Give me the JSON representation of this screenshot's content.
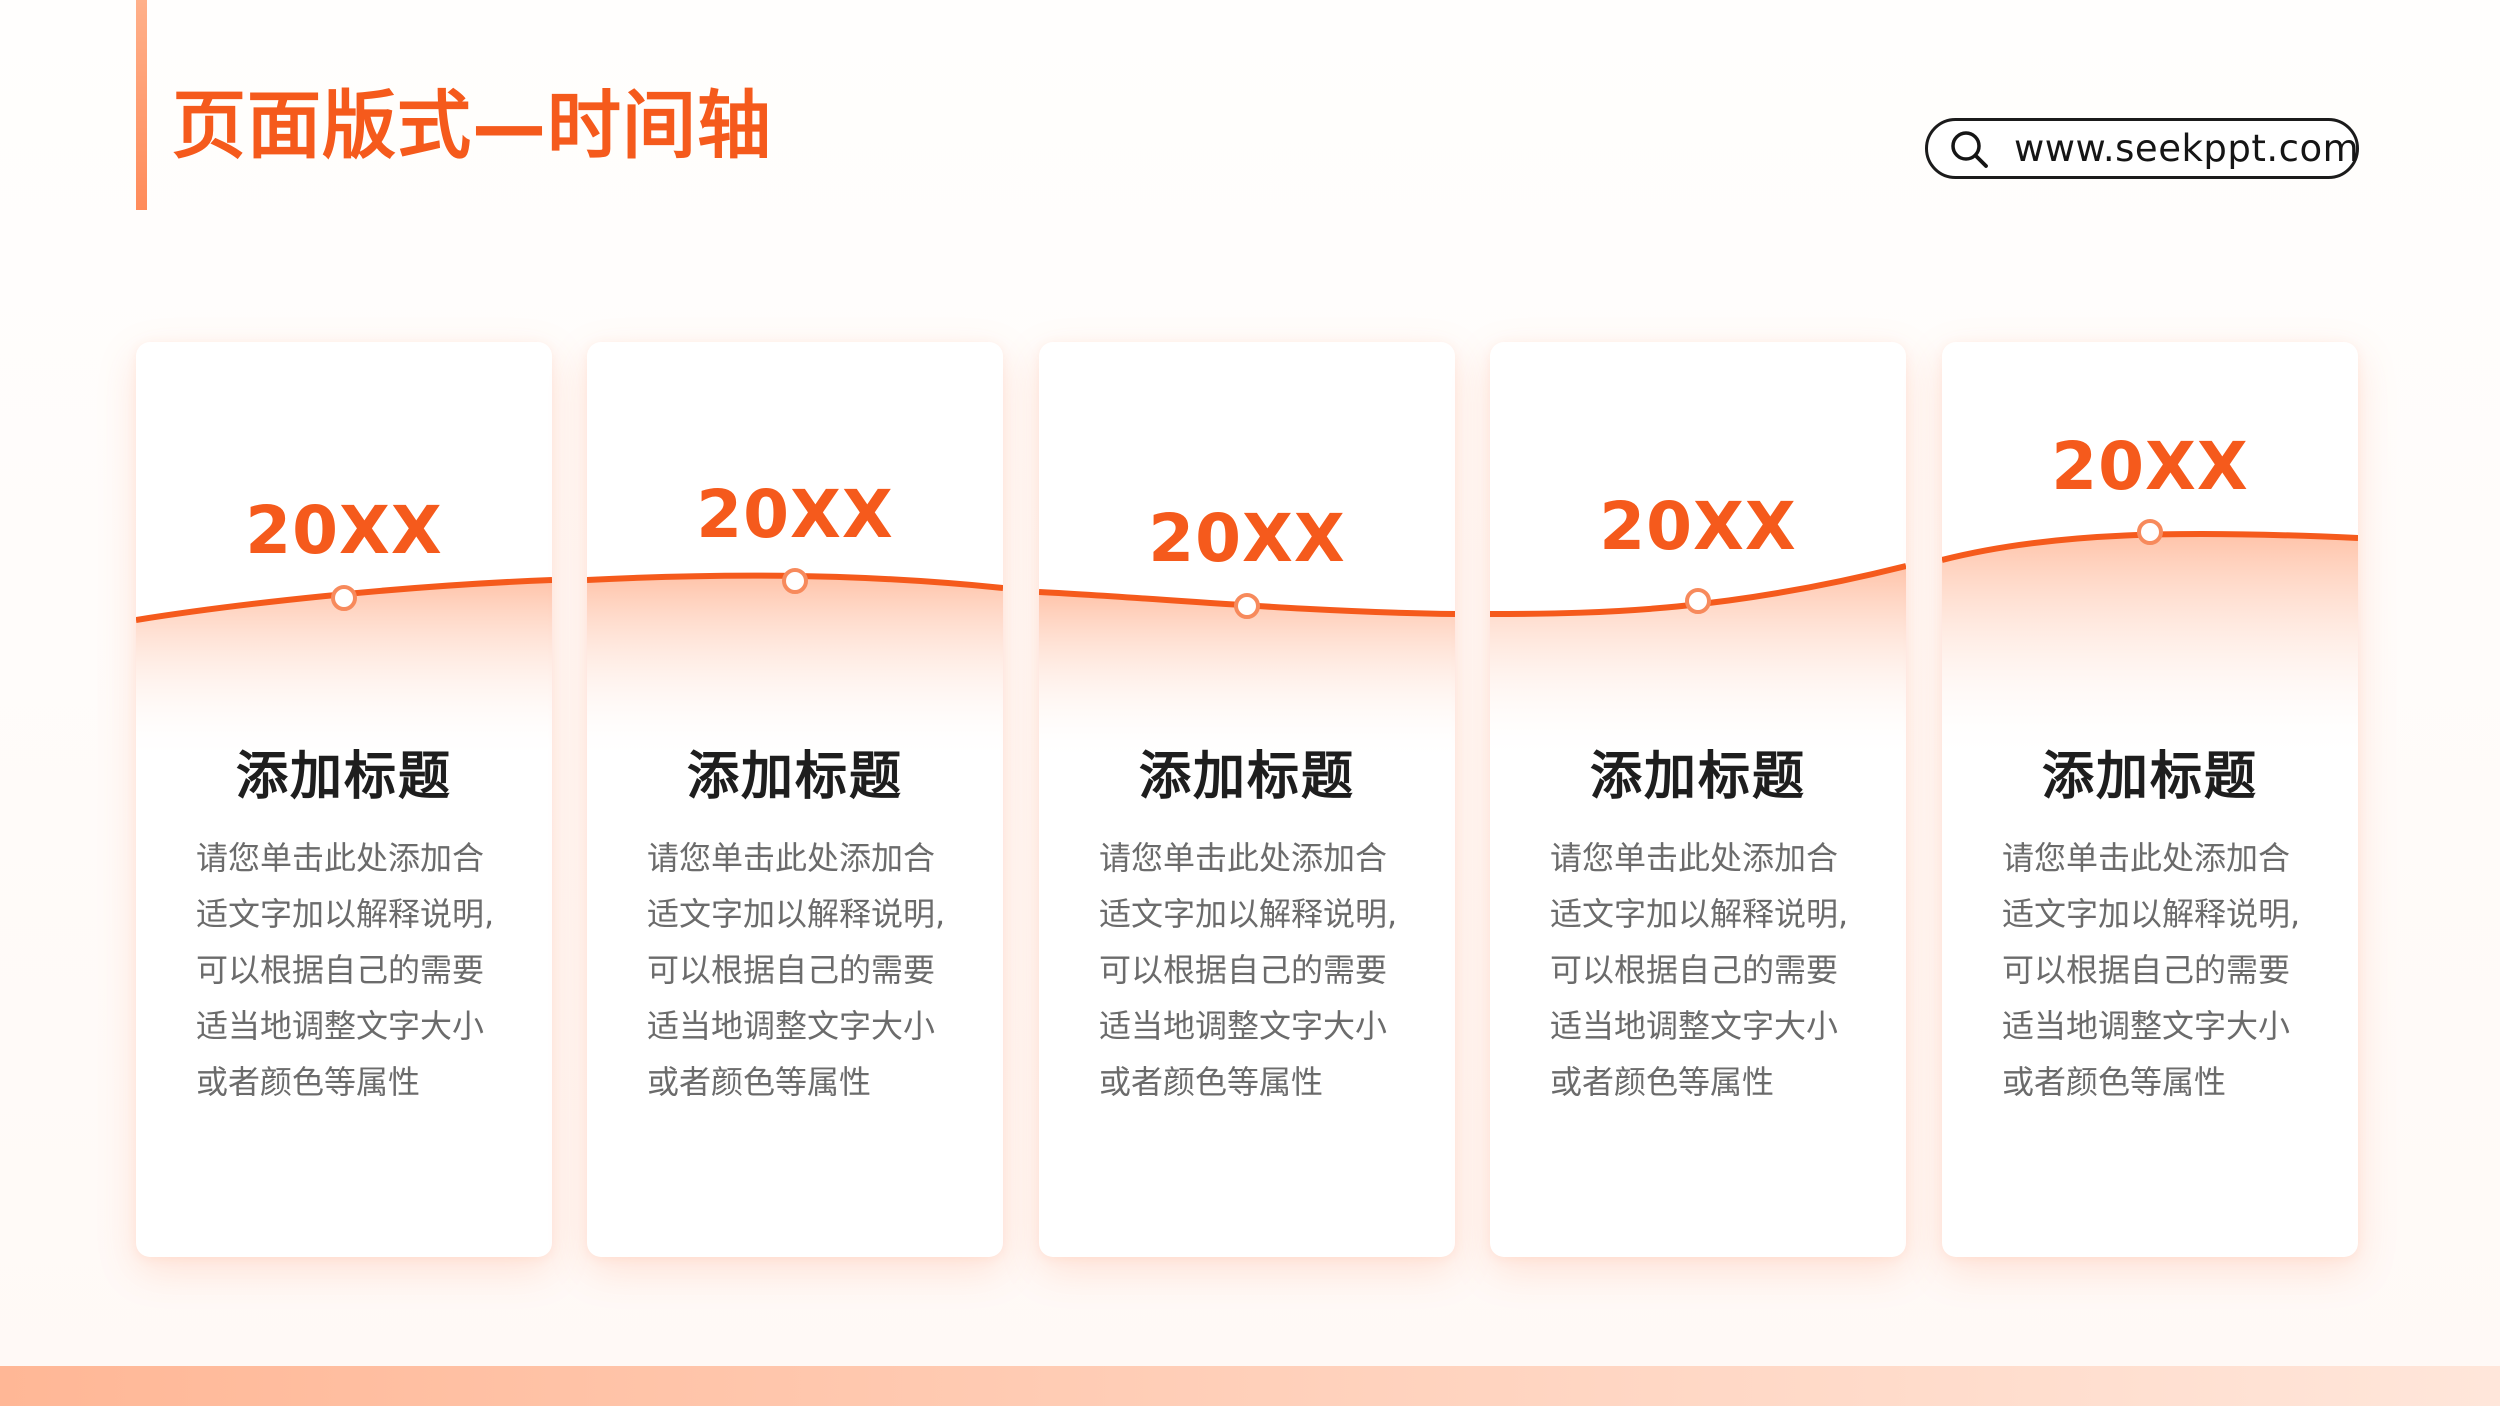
{
  "header": {
    "title": "页面版式—时间轴",
    "website": "www.seekppt.com"
  },
  "cards": [
    {
      "year": "20XX",
      "title": "添加标题",
      "body": [
        "请您单击此处添加合",
        "适文字加以解释说明,",
        "可以根据自己的需要",
        "适当地调整文字大小",
        "或者颜色等属性"
      ]
    },
    {
      "year": "20XX",
      "title": "添加标题",
      "body": [
        "请您单击此处添加合",
        "适文字加以解释说明,",
        "可以根据自己的需要",
        "适当地调整文字大小",
        "或者颜色等属性"
      ]
    },
    {
      "year": "20XX",
      "title": "添加标题",
      "body": [
        "请您单击此处添加合",
        "适文字加以解释说明,",
        "可以根据自己的需要",
        "适当地调整文字大小",
        "或者颜色等属性"
      ]
    },
    {
      "year": "20XX",
      "title": "添加标题",
      "body": [
        "请您单击此处添加合",
        "适文字加以解释说明,",
        "可以根据自己的需要",
        "适当地调整文字大小",
        "或者颜色等属性"
      ]
    },
    {
      "year": "20XX",
      "title": "添加标题",
      "body": [
        "请您单击此处添加合",
        "适文字加以解释说明,",
        "可以根据自己的需要",
        "适当地调整文字大小",
        "或者颜色等属性"
      ]
    }
  ],
  "icons": {
    "search": "search-icon"
  },
  "colors": {
    "accent": "#f55a1c",
    "accent_light": "#ff9a6b",
    "title_text": "#1e1e1e",
    "body_text": "#6b6b6b"
  }
}
